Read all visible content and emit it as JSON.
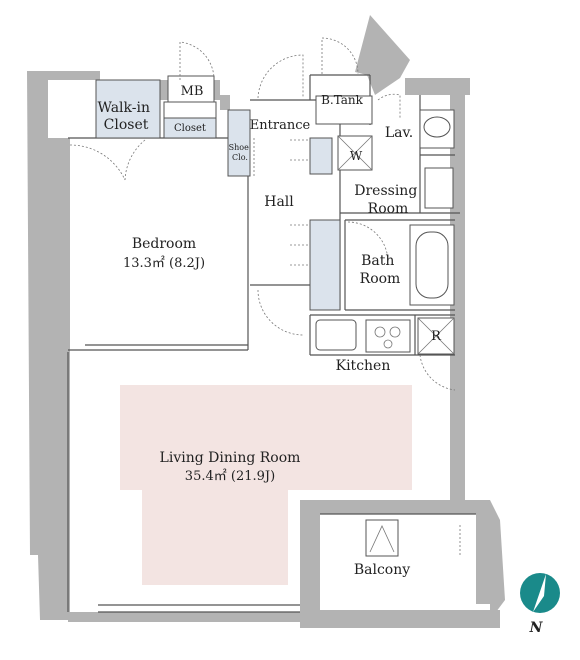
{
  "rooms": {
    "walk_in_closet": "Walk-in\nCloset",
    "mb": "MB",
    "closet": "Closet",
    "b_tank": "B.Tank",
    "entrance": "Entrance",
    "shoe_closet": "Shoe\nClo.",
    "lav": "Lav.",
    "w": "W",
    "dressing_room": "Dressing\nRoom",
    "hall": "Hall",
    "bedroom": "Bedroom",
    "bedroom_area": "13.3㎡ (8.2J)",
    "bath_room": "Bath\nRoom",
    "r": "R",
    "kitchen": "Kitchen",
    "living_dining_room": "Living Dining Room",
    "living_area": "35.4㎡ (21.9J)",
    "balcony": "Balcony"
  },
  "compass": {
    "label": "N",
    "color": "#1a8a8a"
  },
  "colors": {
    "wall": "#b3b3b3",
    "living_highlight": "#f3e4e2",
    "storage": "#dbe3ec"
  }
}
